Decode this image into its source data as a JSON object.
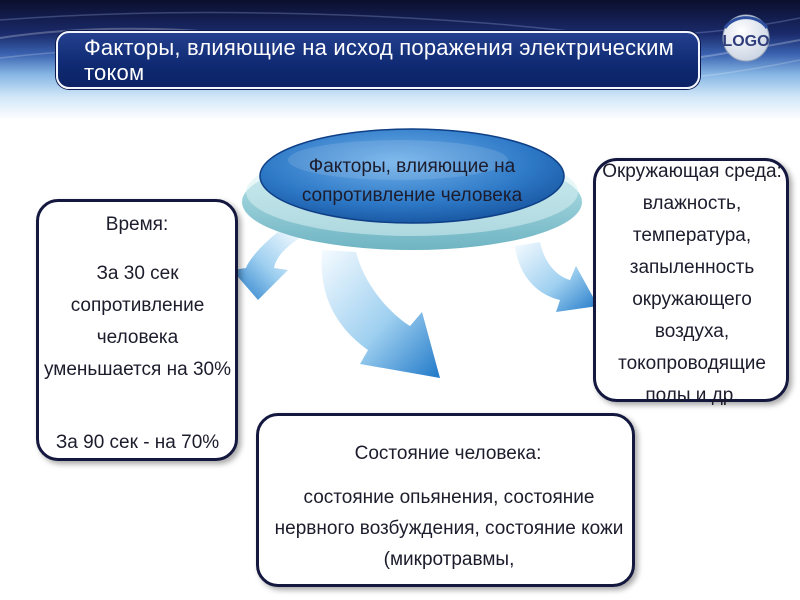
{
  "header": {
    "title": "Факторы, влияющие на исход поражения электрическим током",
    "logo": "LOGO"
  },
  "center": {
    "text": "Факторы, влияющие на сопротивление человека"
  },
  "boxes": {
    "left": {
      "heading": "Время:",
      "p1": "За 30 сек сопротивление человека уменьшается на   30%",
      "p2": "За 90 сек - на 70%"
    },
    "right": {
      "text": "Окружающая среда: влажность, температура, запыленность окружающего воздуха, токопроводящие полы и др."
    },
    "bottom": {
      "heading": "Состояние человека:",
      "p": "состояние опьянения, состояние нервного возбуждения,  состояние кожи (микротравмы,"
    }
  },
  "colors": {
    "title_bg": "#0f2a72",
    "box_border": "#14183f",
    "arrow_light": "#e8f4fc",
    "arrow_dark": "#1f78c8",
    "ellipse_top": "#2d78c6",
    "ellipse_base": "#8fcfd9"
  }
}
